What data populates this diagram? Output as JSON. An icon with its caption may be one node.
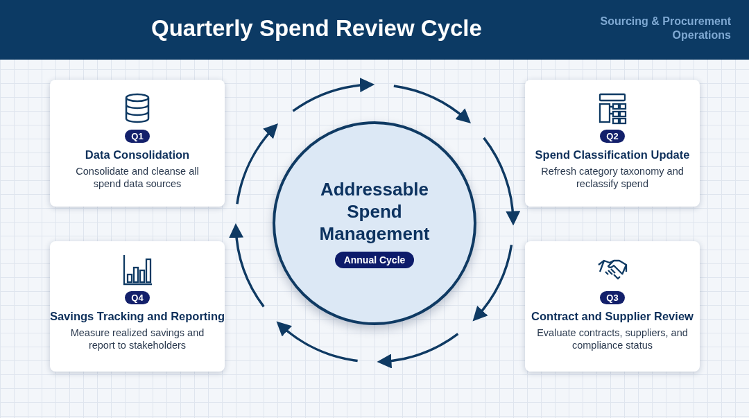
{
  "diagram": {
    "title": "Quarterly Spend Review Cycle",
    "nodes": [
      {
        "text": [
          "Q1",
          "Data Consolidation",
          "Consolidate and cleanse all spend data sources"
        ]
      },
      {
        "text": [
          "Q2",
          "Spend Classification Update",
          "Refresh category taxonomy and reclassify spend"
        ]
      },
      {
        "text": [
          "Addressable Spend Management"
        ]
      },
      {
        "text": [
          "Annual Cycle"
        ],
        "in": 2
      },
      {
        "text": [
          "Q4",
          "Savings Tracking and Reporting",
          "Measure realized savings and report to stakeholders"
        ]
      },
      {
        "text": [
          "Q3",
          "Contract and Supplier Review",
          "Evaluate contracts, suppliers, and compliance status"
        ]
      }
    ],
    "edges": [],
    "labels": [
      "Sourcing & Procurement Operations"
    ]
  }
}
